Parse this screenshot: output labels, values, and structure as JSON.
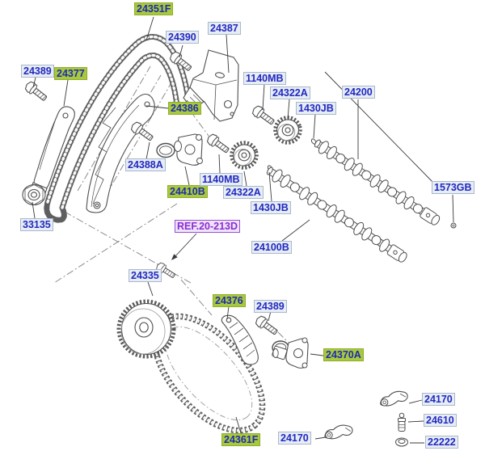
{
  "diagram": {
    "description": "Exploded parts diagram: engine timing chain, camshafts and valve train",
    "background": "#ffffff",
    "label_styles": {
      "blue": {
        "text_color": "#2228c0",
        "bg": "#e6edf5",
        "border": "#aab8cb"
      },
      "green": {
        "text_color": "#1e2bb2",
        "bg": "#a9c93c",
        "border": "#8fae2a"
      },
      "ref": {
        "text_color": "#8d2bd4",
        "bg": "#eee4fa",
        "border": "#9a4fd0"
      }
    },
    "labels": [
      {
        "text": "24351F",
        "style": "green"
      },
      {
        "text": "24390",
        "style": "blue"
      },
      {
        "text": "24387",
        "style": "blue"
      },
      {
        "text": "24389",
        "style": "blue"
      },
      {
        "text": "24377",
        "style": "green"
      },
      {
        "text": "24386",
        "style": "green"
      },
      {
        "text": "1140MB",
        "style": "blue"
      },
      {
        "text": "24322A",
        "style": "blue"
      },
      {
        "text": "1430JB",
        "style": "blue"
      },
      {
        "text": "24200",
        "style": "blue"
      },
      {
        "text": "1573GB",
        "style": "blue"
      },
      {
        "text": "24388A",
        "style": "blue"
      },
      {
        "text": "24410B",
        "style": "green"
      },
      {
        "text": "1140MB",
        "style": "blue"
      },
      {
        "text": "24322A",
        "style": "blue"
      },
      {
        "text": "1430JB",
        "style": "blue"
      },
      {
        "text": "REF.20-213D",
        "style": "ref"
      },
      {
        "text": "24100B",
        "style": "blue"
      },
      {
        "text": "33135",
        "style": "blue"
      },
      {
        "text": "24335",
        "style": "blue"
      },
      {
        "text": "24376",
        "style": "green"
      },
      {
        "text": "24389",
        "style": "blue"
      },
      {
        "text": "24370A",
        "style": "green"
      },
      {
        "text": "24361F",
        "style": "green"
      },
      {
        "text": "24170",
        "style": "blue"
      },
      {
        "text": "24170",
        "style": "blue"
      },
      {
        "text": "24610",
        "style": "blue"
      },
      {
        "text": "22222",
        "style": "blue"
      }
    ]
  }
}
